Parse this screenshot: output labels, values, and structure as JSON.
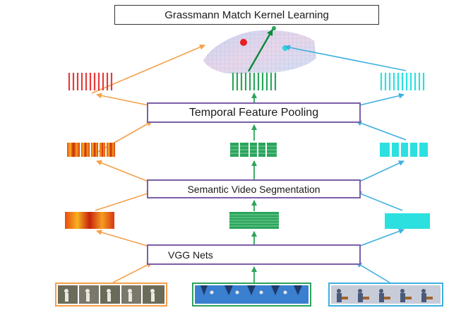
{
  "boxes": {
    "kernel_learning": "Grassmann Match Kernel Learning",
    "temporal_pooling": "Temporal Feature Pooling",
    "segmentation": "Semantic Video Segmentation",
    "vgg": "VGG Nets"
  },
  "colors": {
    "left_stream": "#f5a04a",
    "middle_stream": "#2ea35a",
    "right_stream": "#3fb0e0",
    "box_border": "#7b5fa8",
    "red_features": "#e83a3a",
    "green_features": "#2aa55c",
    "cyan_features": "#2ce0e0"
  }
}
